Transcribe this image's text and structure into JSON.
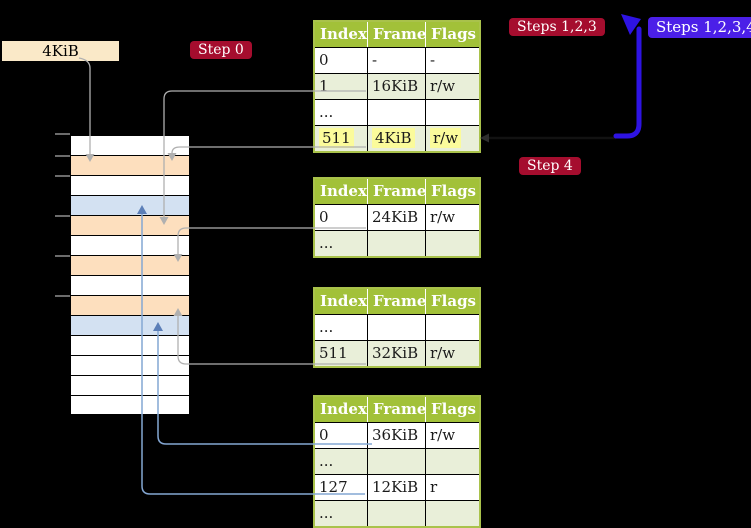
{
  "colors": {
    "background": "#000000",
    "header_green": "#A2C139",
    "border_green": "#A9C24B",
    "row_green": "#E9EFD9",
    "highlight_yellow": "#FBFB9B",
    "badge_red": "#A50D2E",
    "badge_blue": "#4B1FE8",
    "cell_orange": "#FDDFBE",
    "cell_blue": "#D3E1F2",
    "box_cream": "#FAE9C8",
    "line_grey": "#B0B0B0",
    "line_blue": "#84A7D3",
    "arrowhead_blue": "#5C7FB8",
    "big_arrow_blue": "#2E13E3",
    "text_dark": "#1A1A1A"
  },
  "labels": {
    "page_size_box": "4KiB",
    "step0": "Step 0",
    "steps123": "Steps 1,2,3",
    "steps1234": "Steps 1,2,3,4",
    "step4": "Step 4"
  },
  "tables": [
    {
      "name": "page-table-1",
      "header": [
        "Index",
        "Frame",
        "Flags"
      ],
      "rows": [
        [
          "0",
          "-",
          "-"
        ],
        [
          "1",
          "16KiB",
          "r/w"
        ],
        [
          "...",
          "",
          ""
        ],
        [
          "511",
          "4KiB",
          "r/w"
        ]
      ],
      "highlighted_row": "511 | 4KiB | r/w"
    },
    {
      "name": "page-table-2",
      "header": [
        "Index",
        "Frame",
        "Flags"
      ],
      "rows": [
        [
          "0",
          "24KiB",
          "r/w"
        ],
        [
          "...",
          "",
          ""
        ]
      ]
    },
    {
      "name": "page-table-3",
      "header": [
        "Index",
        "Frame",
        "Flags"
      ],
      "rows": [
        [
          "...",
          "",
          ""
        ],
        [
          "511",
          "32KiB",
          "r/w"
        ]
      ]
    },
    {
      "name": "page-table-4",
      "header": [
        "Index",
        "Frame",
        "Flags"
      ],
      "rows": [
        [
          "0",
          "36KiB",
          "r/w"
        ],
        [
          "...",
          "",
          ""
        ],
        [
          "127",
          "12KiB",
          "r"
        ],
        [
          "...",
          "",
          ""
        ]
      ]
    }
  ],
  "memory_stack": {
    "cells": [
      "white",
      "orange",
      "white",
      "blue",
      "orange",
      "white",
      "orange",
      "white",
      "orange",
      "blue",
      "white",
      "white",
      "white",
      "white"
    ]
  }
}
